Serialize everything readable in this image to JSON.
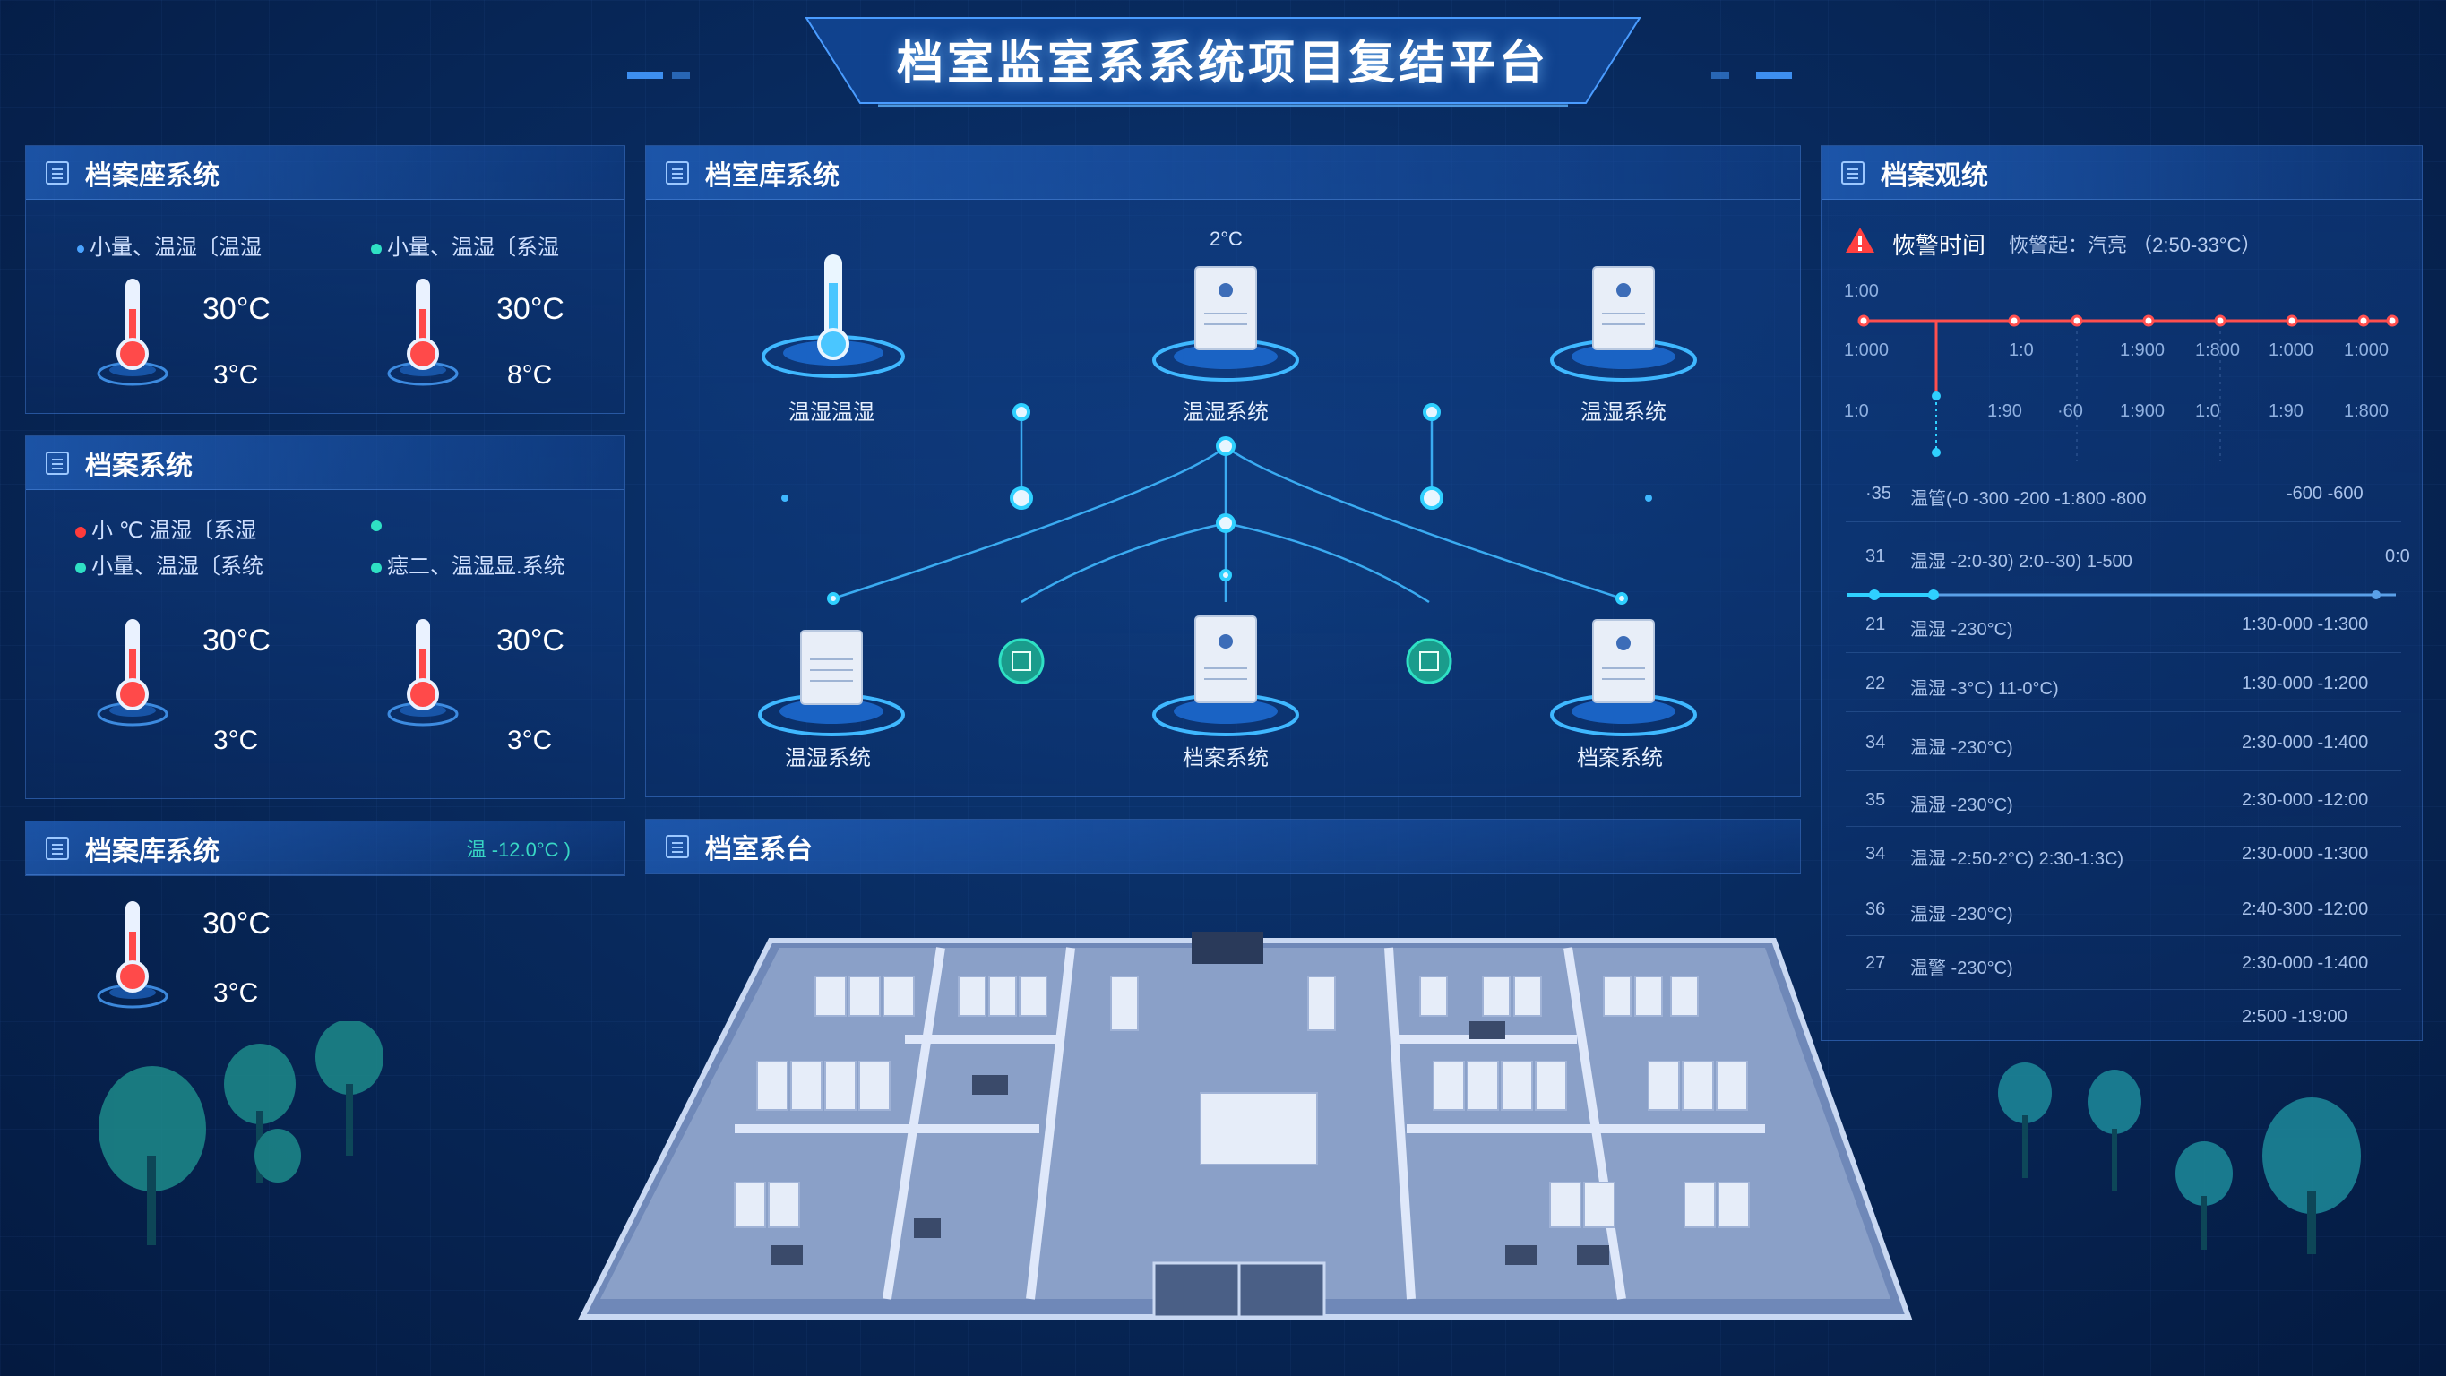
{
  "header": {
    "title": "档室监室系系统项目复结平台"
  },
  "panel_left_top": {
    "title": "档案座系统",
    "legend": [
      "小量、温湿〔温湿",
      "小量、温湿〔系湿"
    ],
    "sensors": [
      {
        "high": "30°C",
        "low": "3°C"
      },
      {
        "high": "30°C",
        "low": "8°C"
      }
    ]
  },
  "panel_left_mid": {
    "title": "档案系统",
    "legend": [
      "小 ℃  温湿〔系湿",
      "小量、温湿〔系统",
      "痣二、温湿显.系统"
    ],
    "sensors": [
      {
        "high": "30°C",
        "low": "3°C"
      },
      {
        "high": "30°C",
        "low": "3°C"
      }
    ]
  },
  "panel_left_bottom": {
    "title": "档案库系统",
    "extra": "温 -12.0°C )",
    "sensor": {
      "high": "30°C",
      "low": "3°C"
    }
  },
  "panel_center_top": {
    "title": "档室库系统",
    "top_value": "2°C",
    "devices": [
      {
        "label": "温湿温湿"
      },
      {
        "label": "温湿系统"
      },
      {
        "label": "温湿系统"
      },
      {
        "label": "温湿系统"
      },
      {
        "label": "档案系统"
      },
      {
        "label": "档案系统"
      }
    ]
  },
  "panel_center_bottom": {
    "title": "档室系台"
  },
  "panel_right": {
    "title": "档案观统",
    "alarm_title": "恢警时间",
    "alarm_sub": "恢警起：汽亮 （2:50-33°C）",
    "chart_labels": {
      "y_top": "1:00",
      "row1": [
        "1:000",
        "1:0",
        "1:900",
        "1:800",
        "1:000",
        "1:000"
      ],
      "row2": [
        "1:0",
        "1:90",
        "·60",
        "1:900",
        "1:0",
        "1:90",
        "1:800"
      ]
    },
    "logs": [
      {
        "id": "·35",
        "text": "温管(-0  -300  -200  -1:800  -800",
        "range": "-600   -600"
      },
      {
        "id": "31",
        "text": "温湿 -2:0-30)   2:0--30)   1-500",
        "range": "0:0"
      },
      {
        "id": "21",
        "text": "温湿 -230°C)",
        "range": "1:30-000 -1:300"
      },
      {
        "id": "22",
        "text": "温湿 -3°C)        11-0°C)",
        "range": "1:30-000 -1:200"
      },
      {
        "id": "34",
        "text": "温湿 -230°C)",
        "range": "2:30-000 -1:400"
      },
      {
        "id": "35",
        "text": "温湿 -230°C)",
        "range": "2:30-000 -12:00"
      },
      {
        "id": "34",
        "text": "温湿 -2:50-2°C)   2:30-1:3C)",
        "range": "2:30-000 -1:300"
      },
      {
        "id": "36",
        "text": "温湿 -230°C)",
        "range": "2:40-300 -12:00"
      },
      {
        "id": "27",
        "text": "温警 -230°C)",
        "range": "2:30-000 -1:400"
      },
      {
        "id": "",
        "text": "",
        "range": "2:500 -1:9:00"
      }
    ]
  },
  "colors": {
    "accent": "#4aa3ff",
    "alarm": "#ff4444",
    "teal": "#2fe0c4",
    "hot": "#ff3b3b"
  }
}
